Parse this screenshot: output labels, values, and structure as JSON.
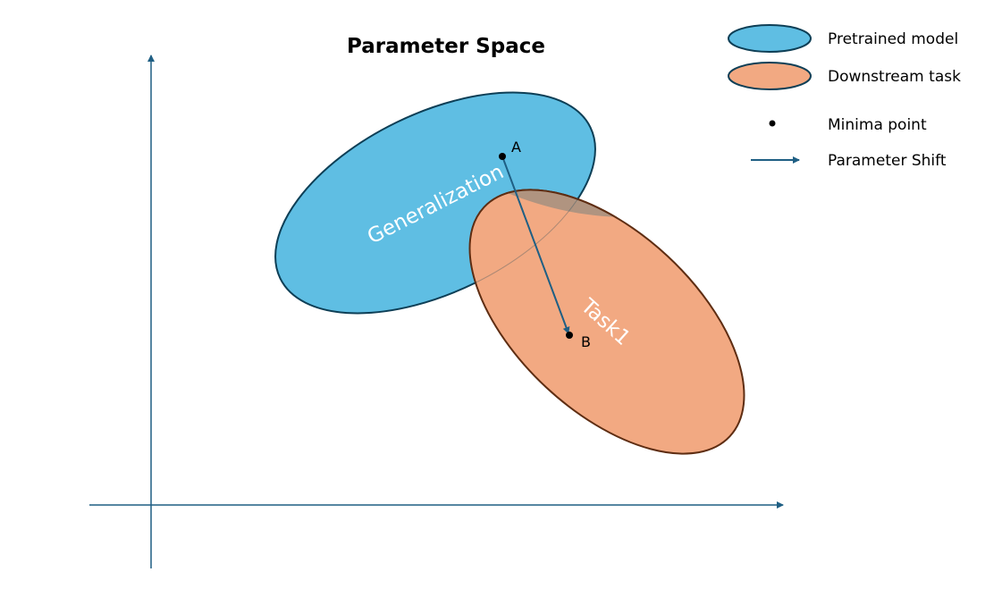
{
  "title": "Parameter Space",
  "regions": {
    "pretrained_label": "Generalization",
    "task_label": "Task1"
  },
  "points": {
    "a_label": "A",
    "b_label": "B"
  },
  "legend": {
    "pretrained": "Pretrained model",
    "downstream": "Downstream task",
    "minima": "Minima point",
    "shift": "Parameter Shift"
  },
  "colors": {
    "blue": "#5FBEE3",
    "orange": "#F2A982",
    "overlap": "#B09480",
    "axis": "#1F5F84"
  }
}
